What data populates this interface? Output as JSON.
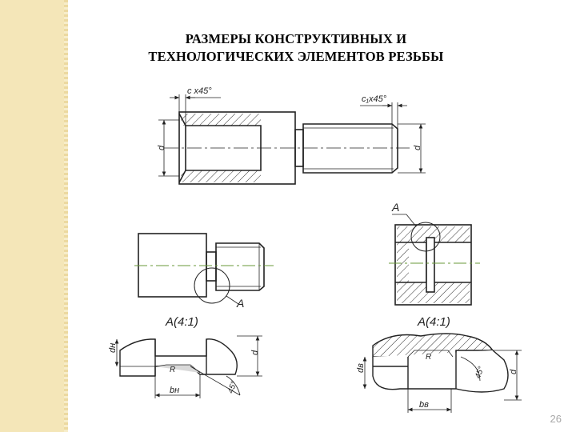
{
  "slide": {
    "title_line1": "РАЗМЕРЫ КОНСТРУКТИВНЫХ И",
    "title_line2": "ТЕХНОЛОГИЧЕСКИХ ЭЛЕМЕНТОВ РЕЗЬБЫ",
    "page_number": "26"
  },
  "drawing": {
    "chamfer_internal": "c x45°",
    "chamfer_external": "c₁x45°",
    "dim_d": "d",
    "detail_marker": "A",
    "detail_title_left": "A(4:1)",
    "detail_title_right": "A(4:1)",
    "dim_dn": "dн",
    "dim_dv": "dв",
    "dim_bn": "bн",
    "dim_bv": "bв",
    "radius": "R",
    "angle_45": "45°"
  },
  "colors": {
    "sidebar": "#f4e6b8",
    "line": "#222222",
    "center_line": "#6a9a3a"
  }
}
